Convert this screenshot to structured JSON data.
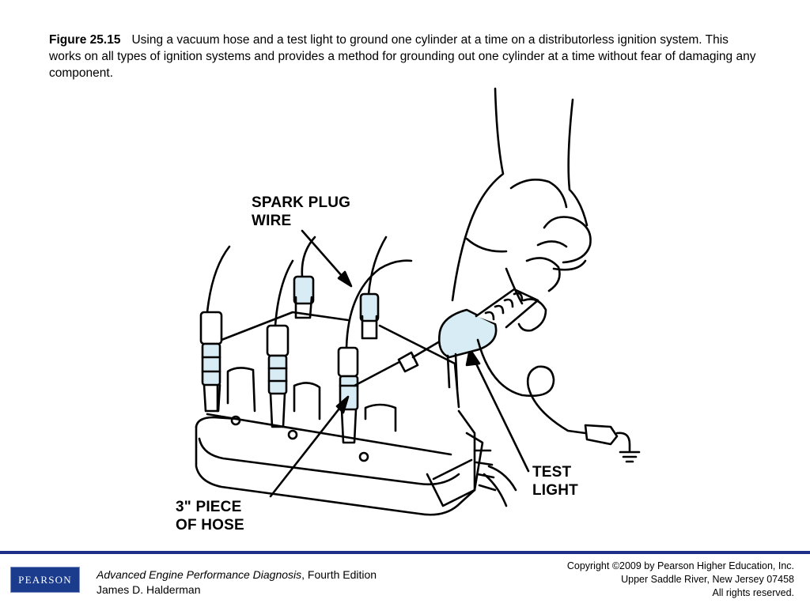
{
  "caption": {
    "figure_label": "Figure 25.15",
    "text": "Using a vacuum hose and a test light to ground one cylinder at a time on a distributorless ignition system. This works on all types of ignition systems and provides a method for grounding out one cylinder at a time without fear of damaging any component."
  },
  "diagram": {
    "callouts": {
      "spark_plug_wire": {
        "line1": "SPARK PLUG",
        "line2": "WIRE"
      },
      "hose_piece": {
        "line1": "3\" PIECE",
        "line2": "OF HOSE"
      },
      "test_light": {
        "line1": "TEST",
        "line2": "LIGHT"
      }
    },
    "colors": {
      "hose_fill": "#d8ecf6",
      "ink": "#000000"
    }
  },
  "footer": {
    "publisher_logo": "PEARSON",
    "book_title": "Advanced Engine Performance Diagnosis",
    "edition": ", Fourth Edition",
    "author": "James D. Halderman",
    "copyright_line1": "Copyright ©2009 by Pearson Higher Education, Inc.",
    "copyright_line2": "Upper Saddle River, New Jersey 07458",
    "copyright_line3": "All rights reserved.",
    "rule_color": "#1f2f88",
    "logo_color": "#1b3c8c"
  }
}
